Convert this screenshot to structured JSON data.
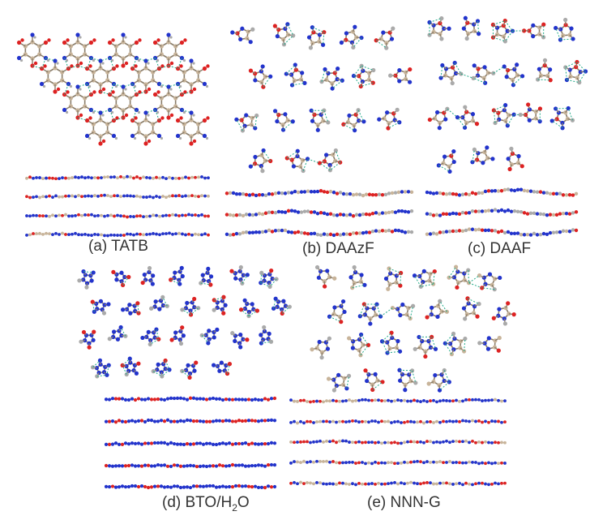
{
  "panels": [
    {
      "id": "a",
      "label": "(a) TATB",
      "lattice": "hexagonal",
      "atoms": [
        "C",
        "N",
        "O",
        "H"
      ],
      "colors": {
        "C": "#c8b49a",
        "N": "#2233cc",
        "O": "#dd2222",
        "H": "#aaaaaa",
        "hbond": "#22aa88"
      }
    },
    {
      "id": "b",
      "label": "(b) DAAzF",
      "lattice": "wavy",
      "atoms": [
        "C",
        "N",
        "O",
        "H"
      ],
      "colors": {
        "C": "#c8b49a",
        "N": "#2233cc",
        "O": "#dd2222",
        "H": "#aaaaaa",
        "hbond": "#22aa88"
      }
    },
    {
      "id": "c",
      "label": "(c) DAAF",
      "lattice": "wavy",
      "atoms": [
        "C",
        "N",
        "O",
        "H"
      ],
      "colors": {
        "C": "#c8b49a",
        "N": "#2233cc",
        "O": "#dd2222",
        "H": "#aaaaaa",
        "hbond": "#22aa88"
      }
    },
    {
      "id": "d",
      "label_prefix": "(d) BTO/H",
      "label_sub": "2",
      "label_suffix": "O",
      "lattice": "planar",
      "atoms": [
        "N",
        "O",
        "H"
      ],
      "colors": {
        "N": "#2233cc",
        "O": "#dd2222",
        "H": "#aaaaaa",
        "hbond": "#22aa88"
      }
    },
    {
      "id": "e",
      "label": "(e) NNN-G",
      "lattice": "planar",
      "atoms": [
        "C",
        "N",
        "O",
        "H"
      ],
      "colors": {
        "C": "#c8b49a",
        "N": "#2233cc",
        "O": "#dd2222",
        "H": "#aaaaaa",
        "hbond": "#22aa88"
      }
    }
  ]
}
